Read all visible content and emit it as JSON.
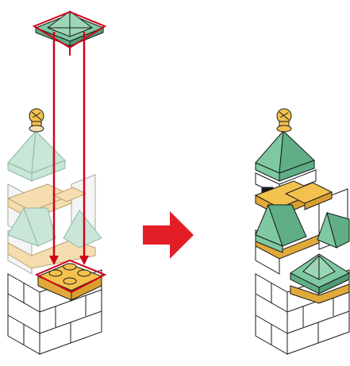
{
  "diagram": {
    "kind": "building-instruction-step",
    "steps": [
      {
        "id": "before",
        "description_icon": "tower-before-assembly"
      },
      {
        "id": "after",
        "description_icon": "tower-after-assembly"
      }
    ],
    "parts": {
      "new_part": "roof-cone-piece",
      "target_part": "plate-2x2-with-studs"
    },
    "colors": {
      "roof_green": "#7fc9a2",
      "roof_green_light": "#c9e6d6",
      "gold": "#f2c14e",
      "gold_light": "#f6ddb0",
      "brick_white": "#ffffff",
      "outline": "#1a1a1a",
      "ghost_outline": "#9a9a9a",
      "arrow_red": "#e41e26",
      "highlight_red": "#d0021b"
    },
    "icons": {
      "placement_arrows": "down-arrow-icon",
      "transition_arrow": "right-arrow-icon"
    }
  }
}
